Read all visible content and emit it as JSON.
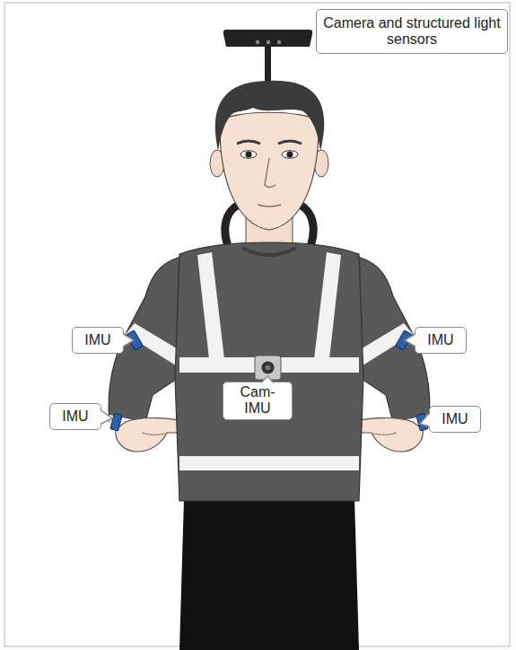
{
  "diagram": {
    "nodes": [
      {
        "text": [
          "Camera and structured light sensors"
        ]
      },
      {
        "text": [
          "IMU"
        ]
      },
      {
        "text": [
          "IMU"
        ]
      },
      {
        "text": [
          "Cam-IMU"
        ]
      },
      {
        "text": [
          "IMU"
        ]
      },
      {
        "text": [
          "IMU"
        ]
      }
    ]
  }
}
